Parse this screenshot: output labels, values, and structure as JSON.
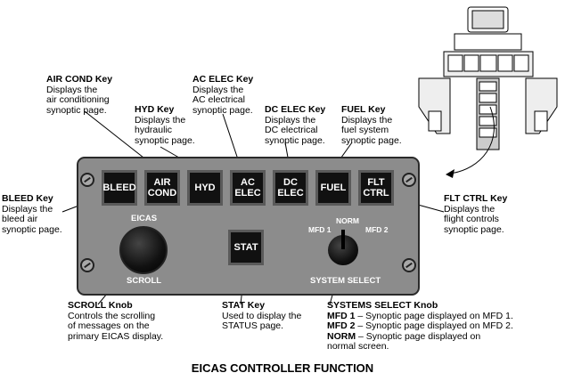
{
  "title": "EICAS CONTROLLER FUNCTION",
  "panel": {
    "eicas_label": "EICAS",
    "scroll_label": "SCROLL",
    "system_select_label": "SYSTEM SELECT",
    "mfd1_label": "MFD 1",
    "norm_label": "NORM",
    "mfd2_label": "MFD 2",
    "keys": [
      "BLEED",
      "AIR\nCOND",
      "HYD",
      "AC\nELEC",
      "DC\nELEC",
      "FUEL",
      "FLT\nCTRL"
    ],
    "stat_key": "STAT"
  },
  "callouts": {
    "air_cond": {
      "title": "AIR COND Key",
      "lines": [
        "Displays the",
        "air conditioning",
        "synoptic page."
      ]
    },
    "hyd": {
      "title": "HYD Key",
      "lines": [
        "Displays the",
        "hydraulic",
        "synoptic page."
      ]
    },
    "ac_elec": {
      "title": "AC ELEC Key",
      "lines": [
        "Displays the",
        "AC electrical",
        "synoptic page."
      ]
    },
    "dc_elec": {
      "title": "DC ELEC Key",
      "lines": [
        "Displays the",
        "DC electrical",
        "synoptic page."
      ]
    },
    "fuel": {
      "title": "FUEL Key",
      "lines": [
        "Displays the",
        "fuel system",
        "synoptic page."
      ]
    },
    "bleed": {
      "title": "BLEED Key",
      "lines": [
        "Displays the",
        "bleed air",
        "synoptic page."
      ]
    },
    "flt_ctrl": {
      "title": "FLT CTRL Key",
      "lines": [
        "Displays the",
        "flight controls",
        "synoptic page."
      ]
    },
    "scroll": {
      "title": "SCROLL Knob",
      "lines": [
        "Controls the scrolling",
        "of messages on the",
        "primary EICAS display."
      ]
    },
    "stat": {
      "title": "STAT Key",
      "lines": [
        "Used to display the",
        "STATUS page."
      ]
    },
    "systems_select": {
      "title": "SYSTEMS SELECT Knob",
      "items": [
        {
          "key": "MFD 1",
          "text": " – Synoptic page displayed on MFD 1."
        },
        {
          "key": "MFD 2",
          "text": " – Synoptic page displayed on MFD 2."
        },
        {
          "key": "NORM",
          "text": " – Synoptic page displayed on"
        }
      ],
      "continuation": "normal screen."
    }
  }
}
